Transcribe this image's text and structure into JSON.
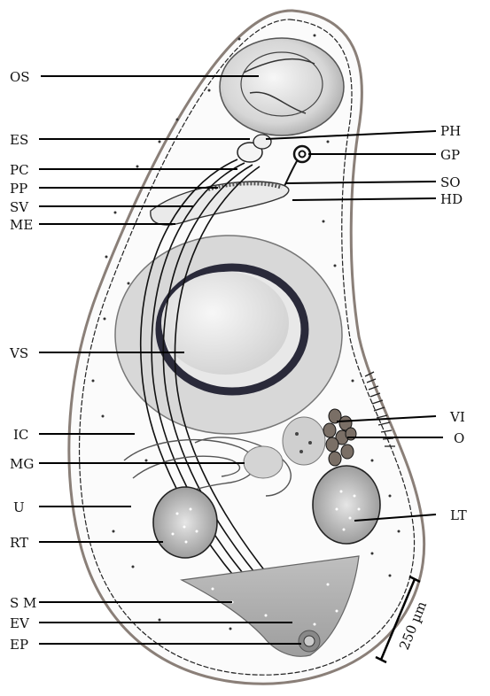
{
  "figure": {
    "labels_left": [
      {
        "id": "os",
        "text": "OS"
      },
      {
        "id": "es",
        "text": "ES"
      },
      {
        "id": "pc",
        "text": "PC"
      },
      {
        "id": "pp",
        "text": "PP"
      },
      {
        "id": "sv",
        "text": "SV"
      },
      {
        "id": "me",
        "text": "ME"
      },
      {
        "id": "vs",
        "text": "VS"
      },
      {
        "id": "ic",
        "text": "IC"
      },
      {
        "id": "mg",
        "text": "MG"
      },
      {
        "id": "u",
        "text": "U"
      },
      {
        "id": "rt",
        "text": "RT"
      },
      {
        "id": "sm",
        "text": "S M"
      },
      {
        "id": "ev",
        "text": "EV"
      },
      {
        "id": "ep",
        "text": "EP"
      }
    ],
    "labels_right": [
      {
        "id": "ph",
        "text": "PH"
      },
      {
        "id": "gp",
        "text": "GP"
      },
      {
        "id": "so",
        "text": "SO"
      },
      {
        "id": "hd",
        "text": "HD"
      },
      {
        "id": "vi",
        "text": "VI"
      },
      {
        "id": "o",
        "text": "O"
      },
      {
        "id": "lt",
        "text": "LT"
      }
    ],
    "scale_bar": "250 µm"
  }
}
